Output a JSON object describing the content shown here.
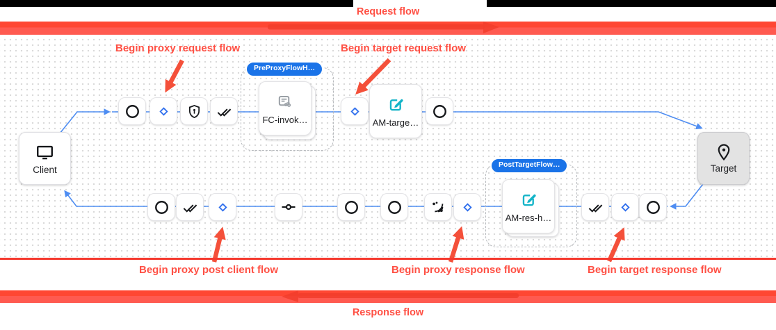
{
  "banners": {
    "request_flow": "Request flow",
    "response_flow": "Response flow"
  },
  "annotations": [
    {
      "text": "Begin proxy request flow"
    },
    {
      "text": "Begin target request flow"
    },
    {
      "text": "Begin proxy post client flow"
    },
    {
      "text": "Begin proxy response flow"
    },
    {
      "text": "Begin target response flow"
    }
  ],
  "endpoints": {
    "client": {
      "label": "Client",
      "icon": "monitor-icon"
    },
    "target": {
      "label": "Target",
      "icon": "location-pin-icon"
    }
  },
  "flow_hooks": [
    {
      "badge": "PreProxyFlowH…",
      "policy": {
        "label": "FC-invok…",
        "icon": "flow-callout-icon"
      }
    },
    {
      "badge": "PostTargetFlow…",
      "policy": {
        "label": "AM-res-h…",
        "icon": "edit-icon"
      }
    }
  ],
  "policies": {
    "am_target": {
      "label": "AM-targe…",
      "icon": "edit-icon"
    }
  },
  "request_steps": [
    "circle-icon",
    "diamond-icon",
    "shield-icon",
    "double-check-icon",
    "diamond-icon",
    "circle-icon"
  ],
  "response_steps": [
    "circle-icon",
    "double-check-icon",
    "diamond-icon",
    "switch-icon",
    "circle-icon",
    "circle-icon",
    "leak-icon",
    "diamond-icon",
    "double-check-icon",
    "diamond-icon",
    "circle-icon"
  ],
  "colors": {
    "banner_red": "#ff4733",
    "banner_red_light": "#ff5a50",
    "banner_arrow_red": "#f23d2c",
    "arrow_red": "#f4503a",
    "label_red": "#ff5044",
    "wire_blue": "#4e8df2",
    "badge_blue": "#1a73e8",
    "diamond_blue": "#2f6fed",
    "policy_teal": "#14b4c8",
    "icon_gray": "#9aa0a6"
  }
}
